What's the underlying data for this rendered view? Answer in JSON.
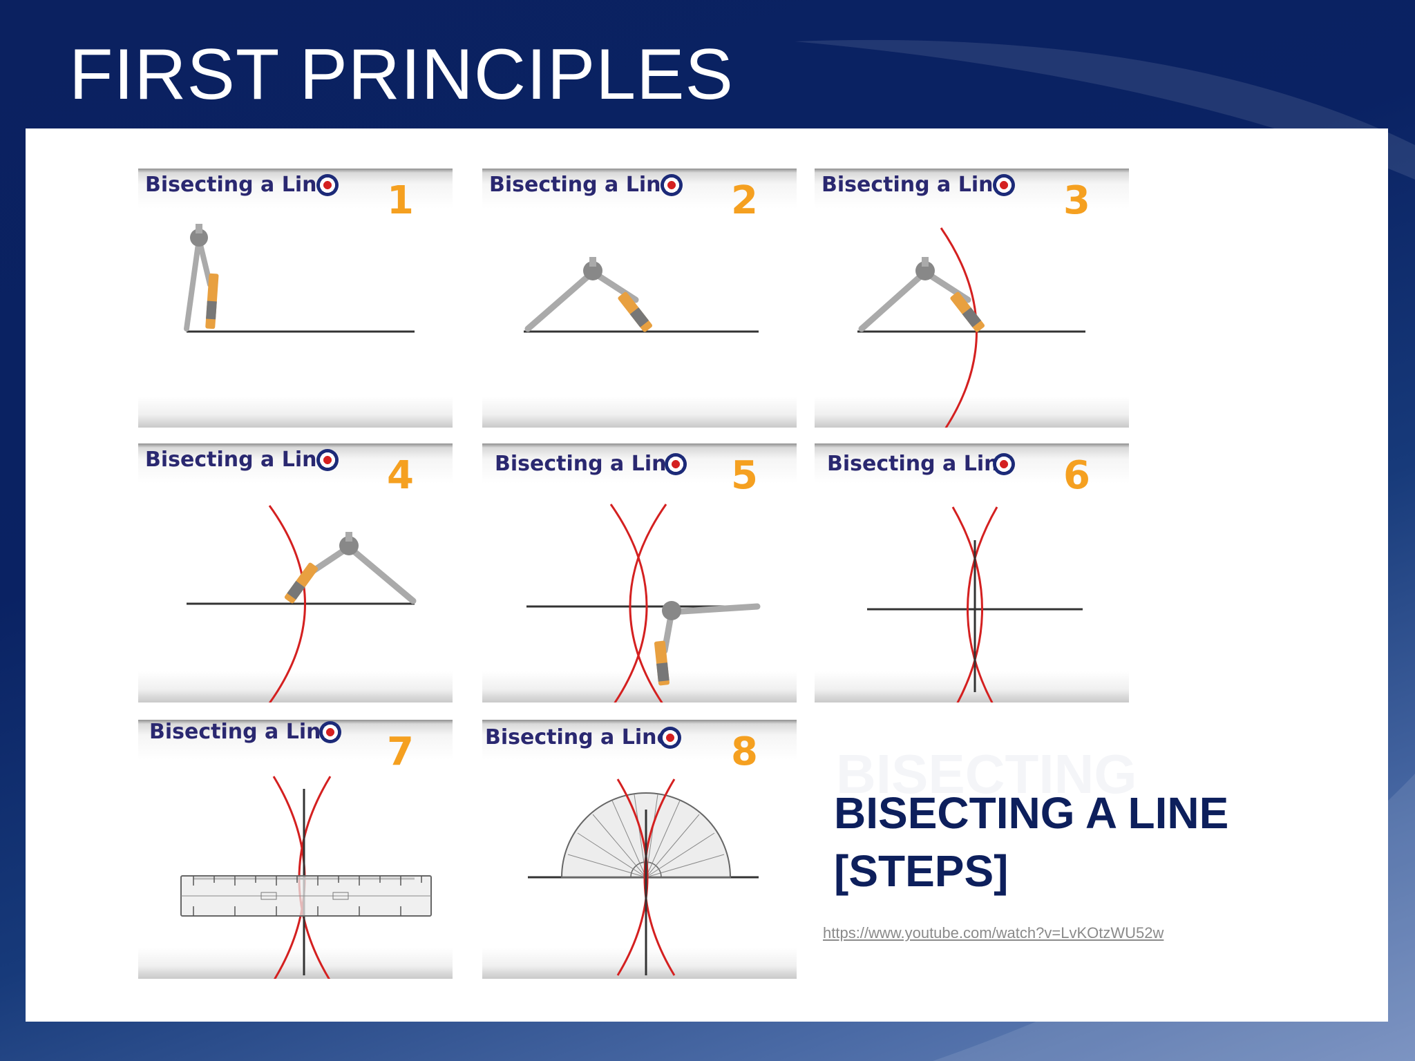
{
  "slide": {
    "title": "FIRST PRINCIPLES",
    "caption_ghost": "BISECTING",
    "caption_line1": "BISECTING A LINE",
    "caption_line2": "[STEPS]",
    "source_link": "https://www.youtube.com/watch?v=LvKOtzWU52w"
  },
  "panels": [
    {
      "label": "Bisecting a Line",
      "step": "1"
    },
    {
      "label": "Bisecting a Line",
      "step": "2"
    },
    {
      "label": "Bisecting a Line",
      "step": "3"
    },
    {
      "label": "Bisecting a Line",
      "step": "4"
    },
    {
      "label": "Bisecting a Line",
      "step": "5"
    },
    {
      "label": "Bisecting a Line",
      "step": "6"
    },
    {
      "label": "Bisecting a Line",
      "step": "7"
    },
    {
      "label": "Bisecting a Line",
      "step": "8"
    }
  ],
  "colors": {
    "background": "#0a2263",
    "panel_label": "#2a2870",
    "step_number": "#f5a020",
    "arc": "#d42020",
    "caption": "#0d1f5c"
  },
  "icons": {
    "panel_badge": "target-icon",
    "drawing_tool": "compass-icon",
    "measuring_tool": "ruler-icon",
    "angle_tool": "protractor-icon"
  }
}
